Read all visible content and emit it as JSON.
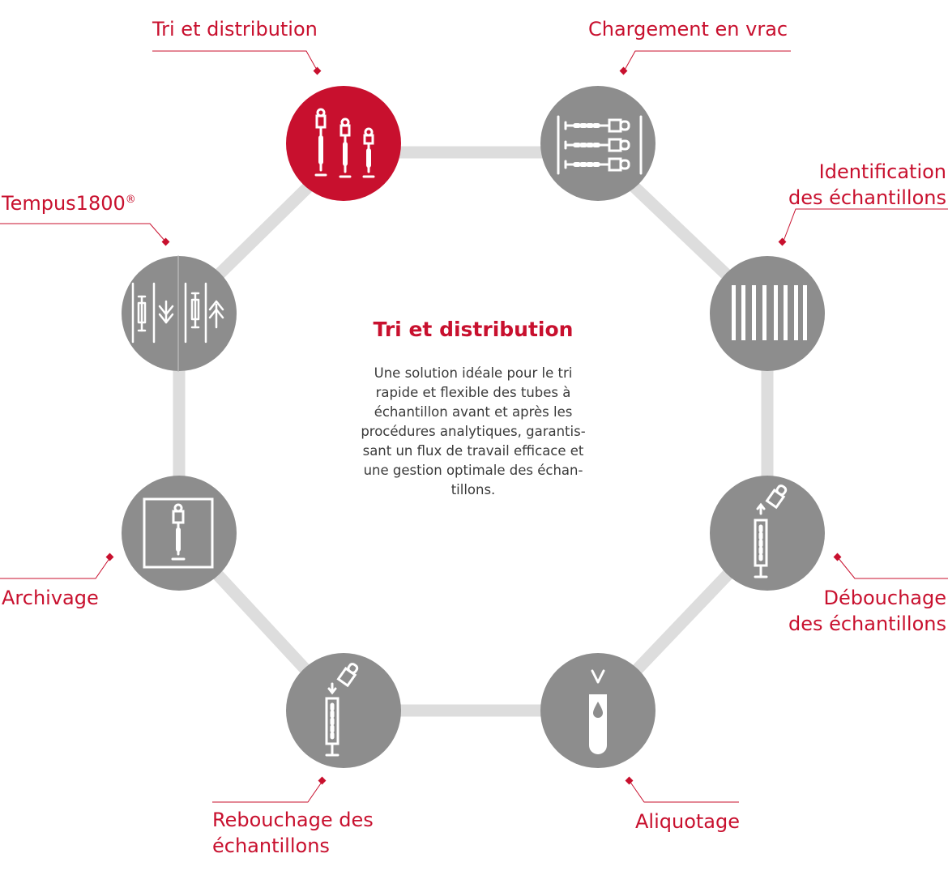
{
  "palette": {
    "accent": "#c8102e",
    "node_gray": "#8d8d8d",
    "ring_gray": "#dddddd",
    "text_dark": "#3a3a3a"
  },
  "center": {
    "title": "Tri et distribution",
    "description": "Une solution idéale pour le tri\nrapide et flexible des tubes à\néchantillon avant et après les\nprocédures analytiques, garantis-\nsant un flux de travail efficace et\nune gestion optimale des échan-\ntillons."
  },
  "nodes": [
    {
      "id": "tri",
      "label": "Tri et distribution",
      "active": true,
      "icon": "three-sample-tubes-icon"
    },
    {
      "id": "vrac",
      "label": "Chargement en vrac",
      "active": false,
      "icon": "bulk-tube-rack-icon"
    },
    {
      "id": "ident",
      "label_line1": "Identification",
      "label_line2": "des échantillons",
      "active": false,
      "icon": "barcode-icon"
    },
    {
      "id": "debouch",
      "label_line1": "Débouchage",
      "label_line2": "des échantillons",
      "active": false,
      "icon": "tube-decapping-icon"
    },
    {
      "id": "aliquot",
      "label": "Aliquotage",
      "active": false,
      "icon": "aliquot-tube-drop-icon"
    },
    {
      "id": "rebouch",
      "label_line1": "Rebouchage des",
      "label_line2": "échantillons",
      "active": false,
      "icon": "tube-recapping-icon"
    },
    {
      "id": "archiv",
      "label": "Archivage",
      "active": false,
      "icon": "archive-box-tube-icon"
    },
    {
      "id": "tempus",
      "label": "Tempus1800",
      "label_mark": "®",
      "active": false,
      "icon": "pneumatic-send-receive-icon"
    }
  ]
}
